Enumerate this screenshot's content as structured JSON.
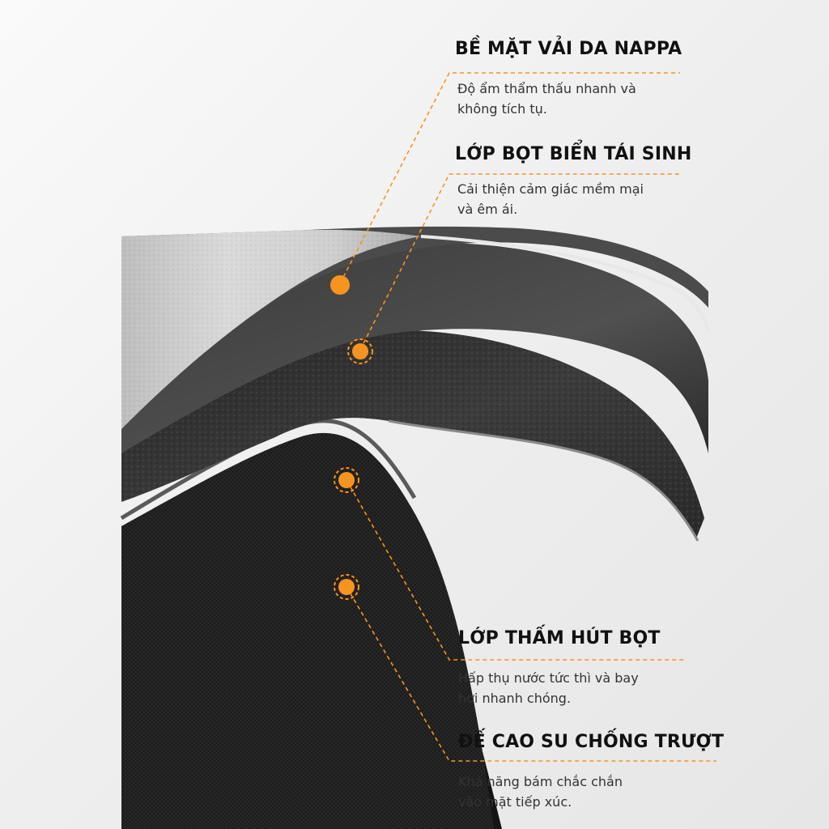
{
  "colors": {
    "accent": "#f7941d",
    "background": "#f1f1f1",
    "nappa_surface": "#d2d2d2",
    "foam_layer": "#2a2a2a",
    "rubber_base": "#1c1c1c",
    "title_text": "#111111",
    "desc_text": "#333333"
  },
  "layers": [
    {
      "id": "nappa",
      "title": "BỀ MẶT VẢI DA NAPPA",
      "desc_lines": [
        "Độ ẩm thẩm thấu nhanh và",
        "không tích tụ."
      ],
      "marker_icon": "orange-dot"
    },
    {
      "id": "foam",
      "title": "LỚP BỌT BIỂN TÁI SINH",
      "desc_lines": [
        "Cải thiện cảm giác mềm mại",
        "và êm ái."
      ],
      "marker_icon": "orange-dashed-ring"
    },
    {
      "id": "absorb",
      "title": "LỚP THẤM HÚT BỌT",
      "desc_lines": [
        "Hấp thụ nước tức thì và bay",
        "hơi nhanh chóng."
      ],
      "marker_icon": "orange-dashed-ring"
    },
    {
      "id": "rubber",
      "title": "ĐẾ CAO SU CHỐNG TRƯỢT",
      "desc_lines": [
        "Khả năng bám chắc chắn",
        "vào mặt tiếp xúc."
      ],
      "marker_icon": "orange-dashed-ring"
    }
  ]
}
